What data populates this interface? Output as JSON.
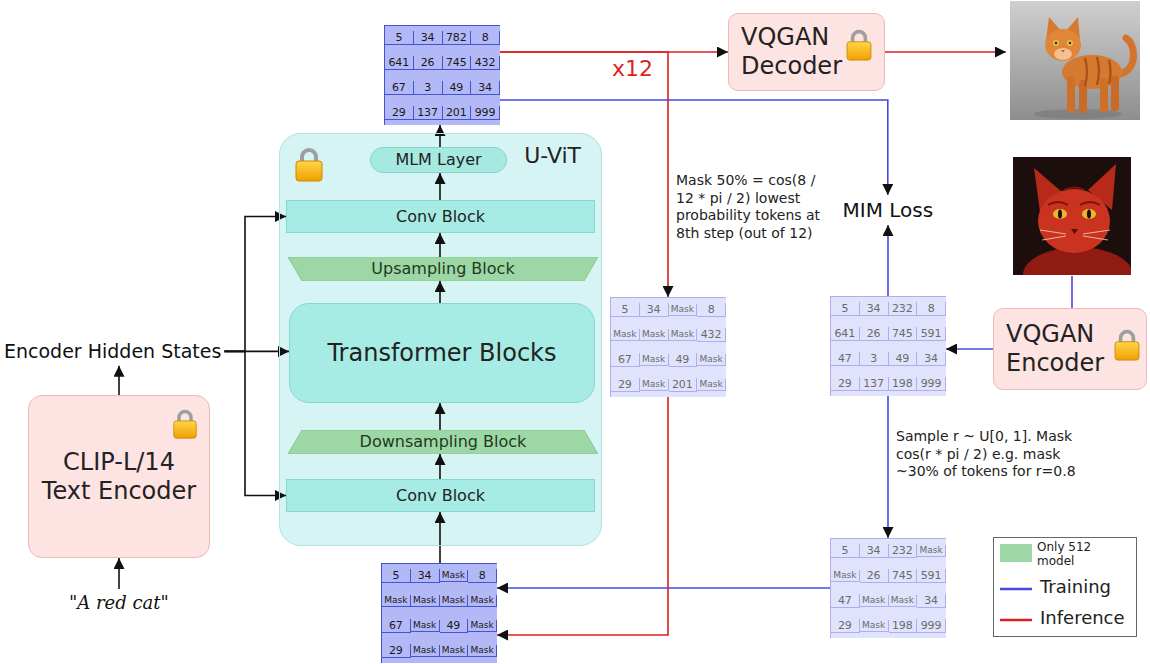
{
  "diagram": {
    "nodes": [
      {
        "text": [
          "U-ViT"
        ]
      },
      {
        "text": [
          "MLM Layer"
        ],
        "in": 0
      },
      {
        "text": [
          "Conv Block"
        ],
        "in": 0
      },
      {
        "text": [
          "Upsampling Block"
        ],
        "in": 0
      },
      {
        "text": [
          "Transformer Blocks"
        ],
        "in": 0
      },
      {
        "text": [
          "Downsampling Block"
        ],
        "in": 0
      },
      {
        "text": [
          "Conv Block"
        ],
        "in": 0
      },
      {
        "text": [
          "5",
          "34",
          "782",
          "8",
          "641",
          "26",
          "745",
          "432",
          "67",
          "3",
          "49",
          "34",
          "29",
          "137",
          "201",
          "999"
        ]
      },
      {
        "text": [
          "VQGAN Decoder"
        ]
      },
      {
        "text": [
          "Encoder Hidden States"
        ]
      },
      {
        "text": [
          "CLIP-L/14 Text Encoder"
        ]
      },
      {
        "text": [
          "\"A red cat\""
        ]
      },
      {
        "text": [
          "MIM Loss"
        ]
      },
      {
        "text": [
          "5",
          "34",
          "Mask",
          "8",
          "Mask",
          "Mask",
          "Mask",
          "432",
          "67",
          "Mask",
          "49",
          "Mask",
          "29",
          "Mask",
          "201",
          "Mask"
        ]
      },
      {
        "text": [
          "5",
          "34",
          "232",
          "8",
          "641",
          "26",
          "745",
          "591",
          "47",
          "3",
          "49",
          "34",
          "29",
          "137",
          "198",
          "999"
        ]
      },
      {
        "text": [
          "VQGAN Encoder"
        ]
      },
      {
        "text": [
          "5",
          "34",
          "232",
          "Mask",
          "Mask",
          "26",
          "745",
          "591",
          "47",
          "Mask",
          "Mask",
          "34",
          "29",
          "Mask",
          "198",
          "999"
        ]
      },
      {
        "text": [
          "5",
          "34",
          "Mask",
          "8",
          "Mask",
          "Mask",
          "Mask",
          "Mask",
          "67",
          "Mask",
          "49",
          "Mask",
          "29",
          "Mask",
          "Mask",
          "Mask"
        ]
      }
    ],
    "edges": [
      {
        "from": 11,
        "to": 10,
        "arrow": "to"
      },
      {
        "from": 10,
        "to": 9,
        "arrow": "to"
      },
      {
        "from": 9,
        "to": 2,
        "arrow": "to"
      },
      {
        "from": 9,
        "to": 4,
        "arrow": "to"
      },
      {
        "from": 9,
        "to": 6,
        "arrow": "to"
      },
      {
        "from": 17,
        "to": 6,
        "arrow": "to"
      },
      {
        "from": 6,
        "to": 5,
        "arrow": "to"
      },
      {
        "from": 5,
        "to": 4,
        "arrow": "to"
      },
      {
        "from": 4,
        "to": 3,
        "arrow": "to"
      },
      {
        "from": 3,
        "to": 2,
        "arrow": "to"
      },
      {
        "from": 2,
        "to": 1,
        "arrow": "to"
      },
      {
        "from": 1,
        "to": 7,
        "arrow": "to"
      },
      {
        "from": 7,
        "to": 8,
        "arrow": "to"
      },
      {
        "from": 7,
        "to": 13,
        "arrow": "to"
      },
      {
        "from": 13,
        "to": 17,
        "arrow": "to"
      },
      {
        "from": 7,
        "to": 12,
        "arrow": "to"
      },
      {
        "from": 14,
        "to": 12,
        "arrow": "to"
      },
      {
        "from": 15,
        "to": 14,
        "arrow": "to"
      },
      {
        "from": 14,
        "to": 16,
        "arrow": "to"
      },
      {
        "from": 16,
        "to": 17,
        "arrow": "to"
      }
    ],
    "labels": [
      "x12",
      "Mask 50% = cos(8 / 12 * pi / 2) lowest probability tokens at 8th step (out of 12)",
      "Sample r ~ U[0, 1]. Mask cos(r * pi / 2) e.g. mask ~30% of tokens for r=0.8"
    ],
    "legend": [
      {
        "text": "Only 512 model",
        "color": "#9ed7a6"
      },
      {
        "text": "Training"
      },
      {
        "text": "Inference"
      }
    ]
  }
}
